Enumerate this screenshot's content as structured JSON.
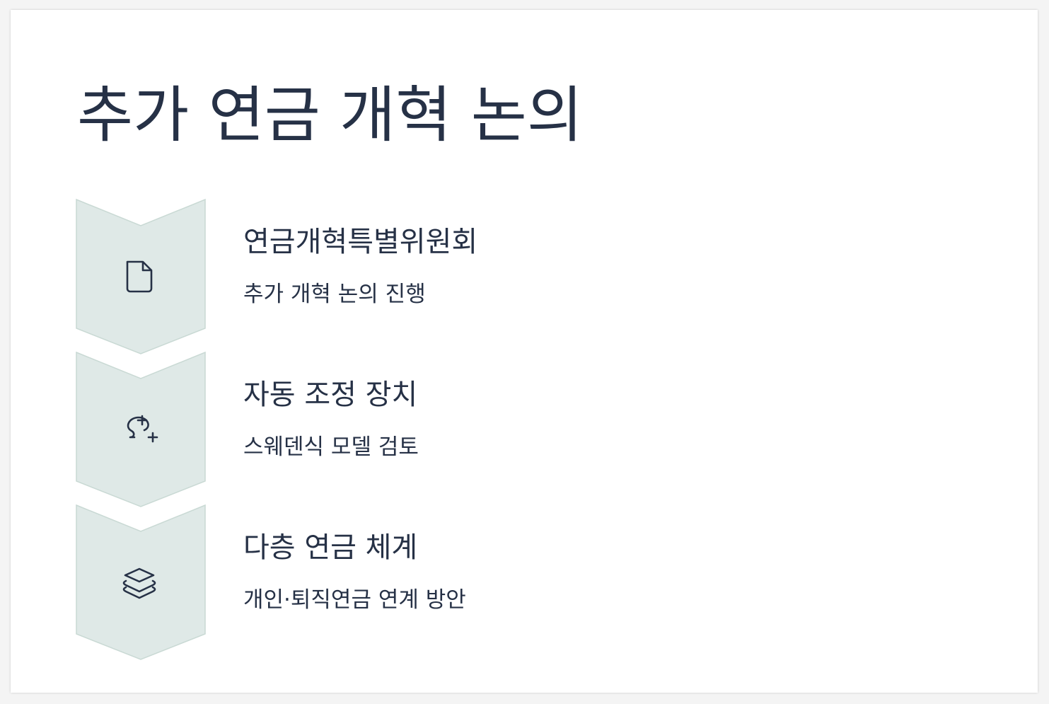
{
  "title": "추가 연금 개혁 논의",
  "colors": {
    "chevron_fill": "#dfe9e7",
    "chevron_stroke": "#c9d9d4",
    "text": "#263146"
  },
  "items": [
    {
      "icon": "document-icon",
      "heading": "연금개혁특별위원회",
      "sub": "추가 개혁 논의 진행"
    },
    {
      "icon": "automation-icon",
      "heading": "자동 조정 장치",
      "sub": "스웨덴식 모델 검토"
    },
    {
      "icon": "layers-icon",
      "heading": "다층 연금 체계",
      "sub": "개인·퇴직연금 연계 방안"
    }
  ]
}
